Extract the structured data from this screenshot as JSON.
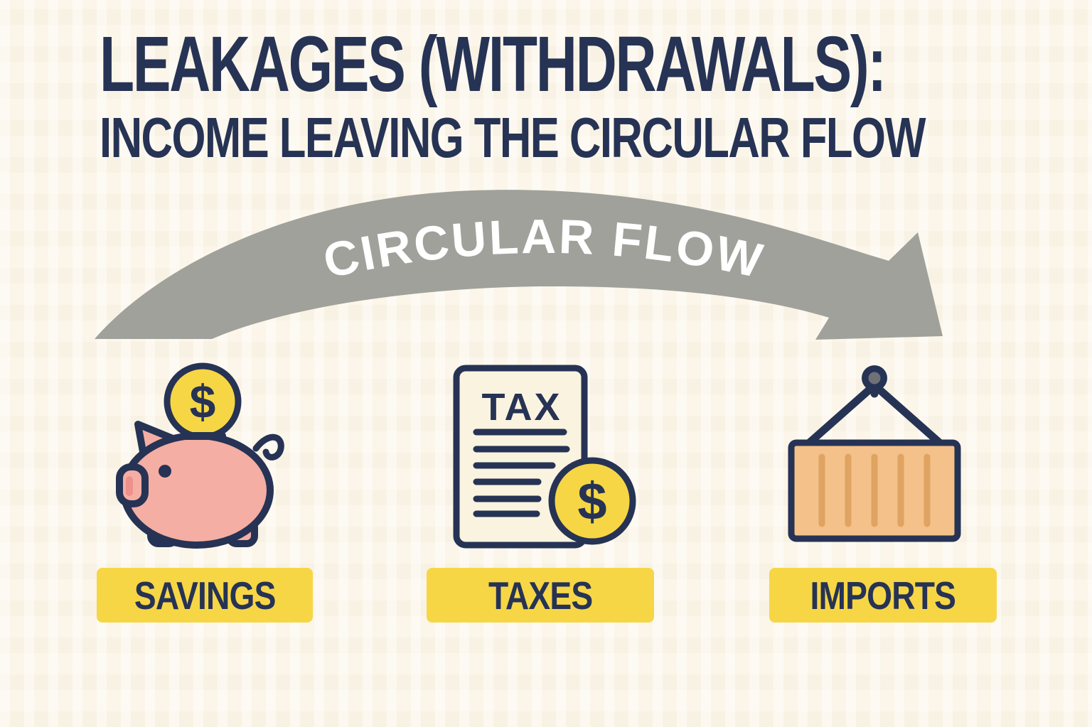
{
  "title": {
    "line1": "LEAKAGES (WITHDRAWALS):",
    "line2": "INCOME LEAVING THE CIRCULAR FLOW"
  },
  "arrow": {
    "label": "CIRCULAR FLOW"
  },
  "items": [
    {
      "id": "savings",
      "label": "SAVINGS",
      "icon": "piggy-bank-coin-icon",
      "coin_symbol": "$"
    },
    {
      "id": "taxes",
      "label": "TAXES",
      "icon": "tax-document-coin-icon",
      "doc_title": "TAX",
      "coin_symbol": "$"
    },
    {
      "id": "imports",
      "label": "IMPORTS",
      "icon": "shipping-container-crane-icon"
    }
  ],
  "colors": {
    "background": "#FBF6E9",
    "navy": "#263354",
    "arrow_gray": "#A0A19B",
    "yellow": "#F7D645",
    "doc_cream": "#FAF3DF",
    "pig_pink": "#F5AEA3",
    "snout_pink": "#F0908C",
    "container_tan": "#F3C189",
    "ridge_orange": "#DFA362",
    "hook_gray": "#6E7277",
    "white": "#FFFFFF"
  }
}
